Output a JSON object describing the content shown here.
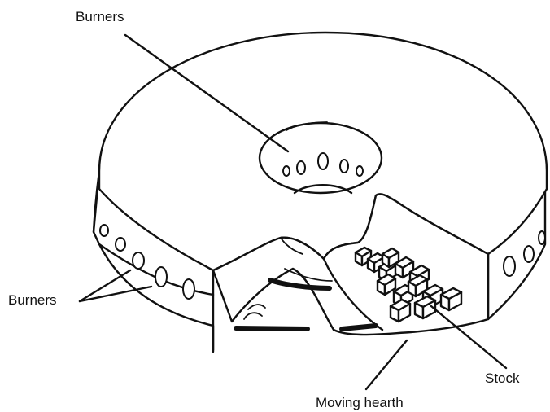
{
  "labels": {
    "burners_top": "Burners",
    "burners_side": "Burners",
    "stock": "Stock",
    "moving_hearth": "Moving hearth"
  },
  "colors": {
    "ink": "#111111",
    "paper": "#ffffff"
  }
}
